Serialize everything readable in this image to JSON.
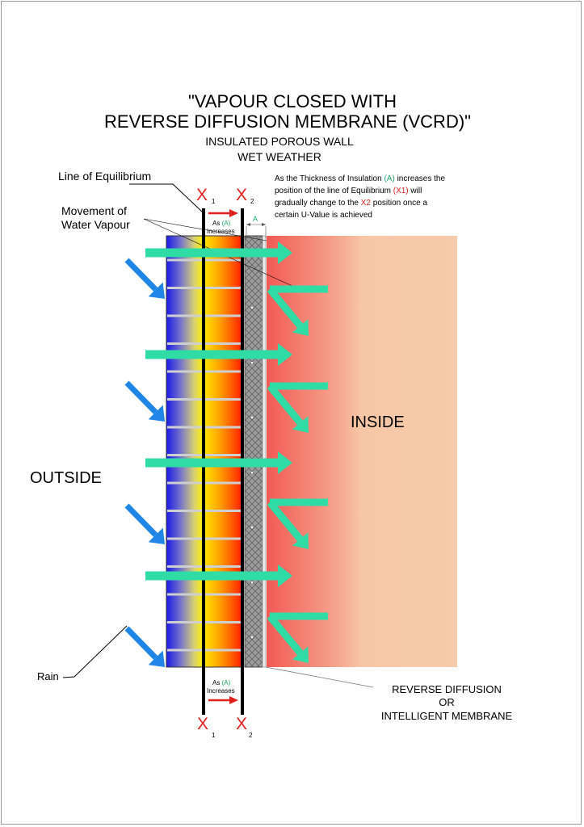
{
  "title": {
    "line1": "\"VAPOUR CLOSED WITH",
    "line2": "REVERSE DIFFUSION MEMBRANE (VCRD)\"",
    "sub1": "INSULATED POROUS WALL",
    "sub2": "WET WEATHER"
  },
  "labels": {
    "line_of_equilibrium": "Line of Equilibrium",
    "movement_line1": "Movement of",
    "movement_line2": "Water Vapour",
    "outside": "OUTSIDE",
    "inside": "INSIDE",
    "rain": "Rain",
    "membrane_line1": "REVERSE DIFFUSION",
    "membrane_line2": "OR",
    "membrane_line3": "INTELLIGENT MEMBRANE"
  },
  "markers": {
    "x_letter": "X",
    "sub_1": "1",
    "sub_2": "2",
    "dim_a": "A",
    "as_a_pre": "As ",
    "as_a_var": "(A)",
    "increases": "Increases"
  },
  "note": {
    "l1_pre": "As the Thickness of Insulation ",
    "l1_var": "(A)",
    "l1_post": " increases the",
    "l2_pre": "position of the line of Equilibrium ",
    "l2_var": "(X1)",
    "l2_post": " will",
    "l3_pre": "gradually change to the ",
    "l3_var": "X2",
    "l3_post": " position  once a",
    "l4": "certain U-Value is achieved"
  },
  "colors": {
    "vapour_arrow": "#2fdca6",
    "rain_arrow": "#1f86e8",
    "red_arrow": "#e0201b",
    "green_text": "#1aa86a",
    "red_text": "#e0201b",
    "inside_warm": "#f5caa8",
    "inside_hot": "#f26b5e",
    "brick_cold": "#1a1ee6",
    "brick_mid": "#ffee00",
    "brick_hot": "#ff2a00"
  }
}
